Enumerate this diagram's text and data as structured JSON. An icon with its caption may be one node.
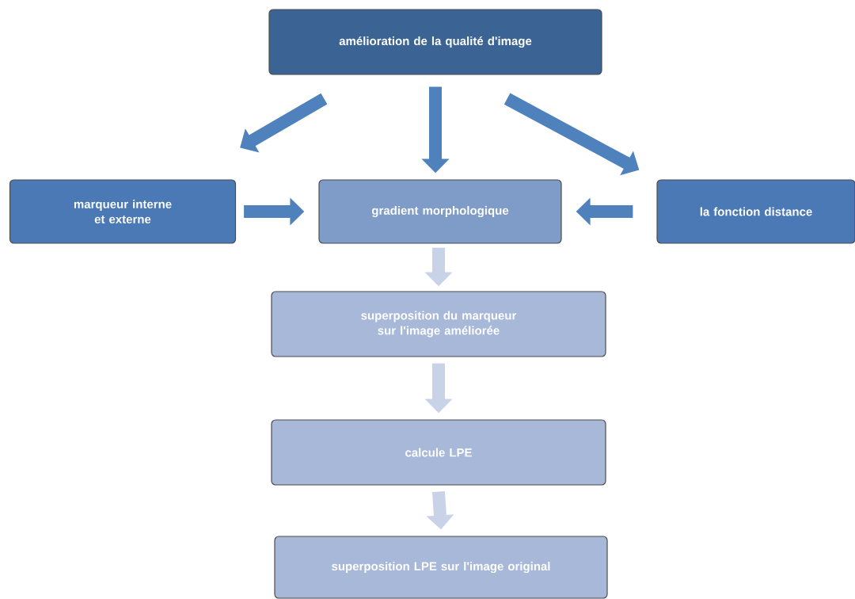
{
  "diagram": {
    "nodes": [
      {
        "text": [
          "amélioration de la qualité d'image"
        ]
      },
      {
        "text": [
          "marqueur interne et externe"
        ]
      },
      {
        "text": [
          "gradient morphologique"
        ]
      },
      {
        "text": [
          "la fonction distance"
        ]
      },
      {
        "text": [
          "superposition du marqueur sur l'image améliorée"
        ]
      },
      {
        "text": [
          "calcule LPE"
        ]
      },
      {
        "text": [
          "superposition LPE sur l'image original"
        ]
      }
    ],
    "edges": [
      {
        "from": 0,
        "to": 1,
        "arrow": "to"
      },
      {
        "from": 0,
        "to": 2,
        "arrow": "to"
      },
      {
        "from": 0,
        "to": 3,
        "arrow": "to"
      },
      {
        "from": 1,
        "to": 2,
        "arrow": "to"
      },
      {
        "from": 3,
        "to": 2,
        "arrow": "to"
      },
      {
        "from": 2,
        "to": 4,
        "arrow": "to",
        "color": "#c9d3e8"
      },
      {
        "from": 4,
        "to": 5,
        "arrow": "to",
        "color": "#c9d3e8"
      },
      {
        "from": 5,
        "to": 6,
        "arrow": "to",
        "color": "#c9d3e8"
      }
    ]
  }
}
